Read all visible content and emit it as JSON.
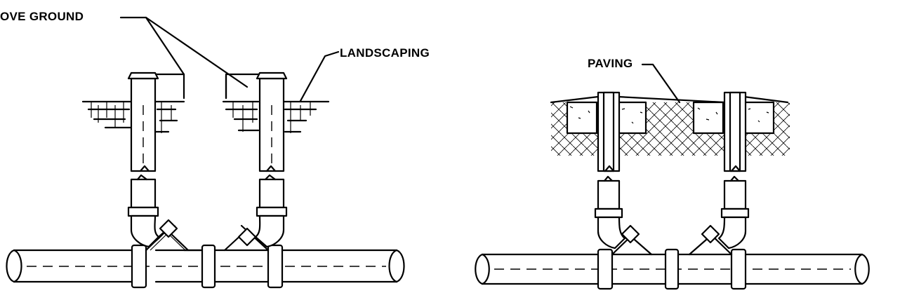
{
  "labels": {
    "above_ground": "OVE GROUND",
    "landscaping": "LANDSCAPING",
    "paving": "PAVING"
  },
  "colors": {
    "line": "#000000",
    "background": "#ffffff"
  }
}
